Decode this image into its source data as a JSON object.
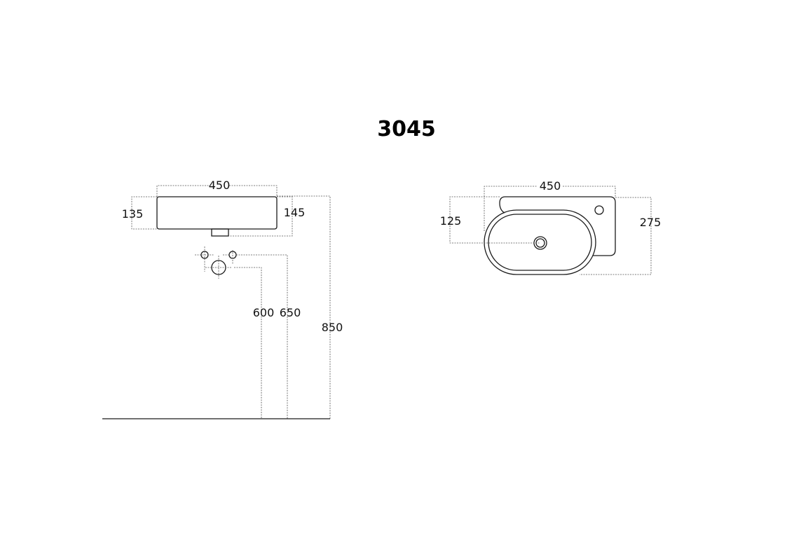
{
  "title": "3045",
  "side_view": {
    "width_label": "450",
    "height_label": "135",
    "depth_with_drain_label": "145",
    "pipe_height_600_label": "600",
    "pipe_height_650_label": "650",
    "mount_height_label": "850"
  },
  "top_view": {
    "width_label": "450",
    "drain_offset_label": "125",
    "depth_label": "275"
  }
}
